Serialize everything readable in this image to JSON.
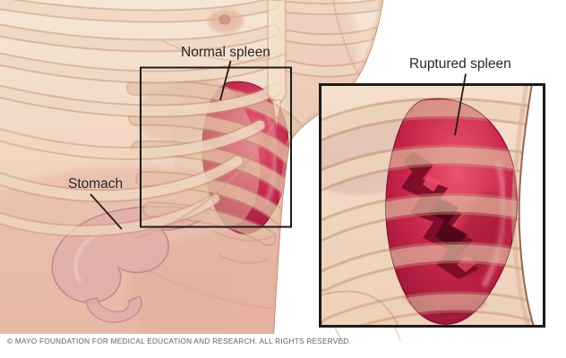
{
  "figure": {
    "labels": {
      "normal_spleen": "Normal spleen",
      "ruptured_spleen": "Ruptured spleen",
      "stomach": "Stomach"
    },
    "copyright": "© MAYO FOUNDATION FOR MEDICAL EDUCATION AND RESEARCH. ALL RIGHTS RESERVED.",
    "colors": {
      "background": "#ffffff",
      "skin": "#f2dbc8",
      "skin_shadow": "#e2b49d",
      "abdomen_pink": "#e3a89b",
      "rib_fill": "#f6e4d0",
      "rib_outline": "#c6906f",
      "spleen_red": "#c6264d",
      "spleen_dark": "#7e0c2c",
      "spleen_highlight": "#f09fb2",
      "rupture_dark": "#7a0b26",
      "rupture_deep": "#4e0617",
      "stomach_pink": "#e2acaa",
      "stomach_outline": "#b97a80",
      "box_border": "#1b1b1b",
      "label_text": "#2a2627",
      "leader_line": "#1a1a1a",
      "copyright_text": "#5d5e60"
    }
  }
}
